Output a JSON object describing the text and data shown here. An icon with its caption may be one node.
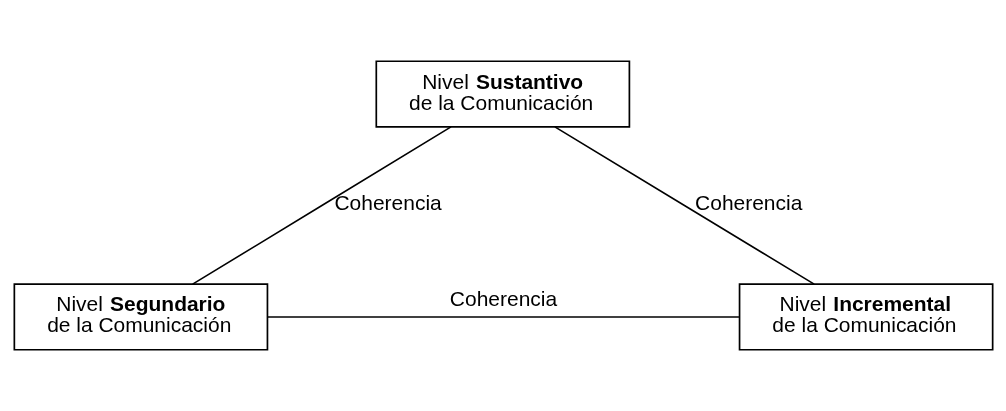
{
  "diagram": {
    "nodes": [
      {
        "text": [
          "Nivel **Sustantivo** de la Comunicación"
        ]
      },
      {
        "text": [
          "Nivel **Segundario** de la Comunicación"
        ]
      },
      {
        "text": [
          "Nivel **Incremental** de la Comunicación"
        ]
      }
    ],
    "edges": [
      {
        "from": 0,
        "to": 1,
        "arrow": "none",
        "label": "Coherencia"
      },
      {
        "from": 0,
        "to": 2,
        "arrow": "none",
        "label": "Coherencia"
      },
      {
        "from": 1,
        "to": 2,
        "arrow": "none",
        "label": "Coherencia"
      }
    ]
  }
}
